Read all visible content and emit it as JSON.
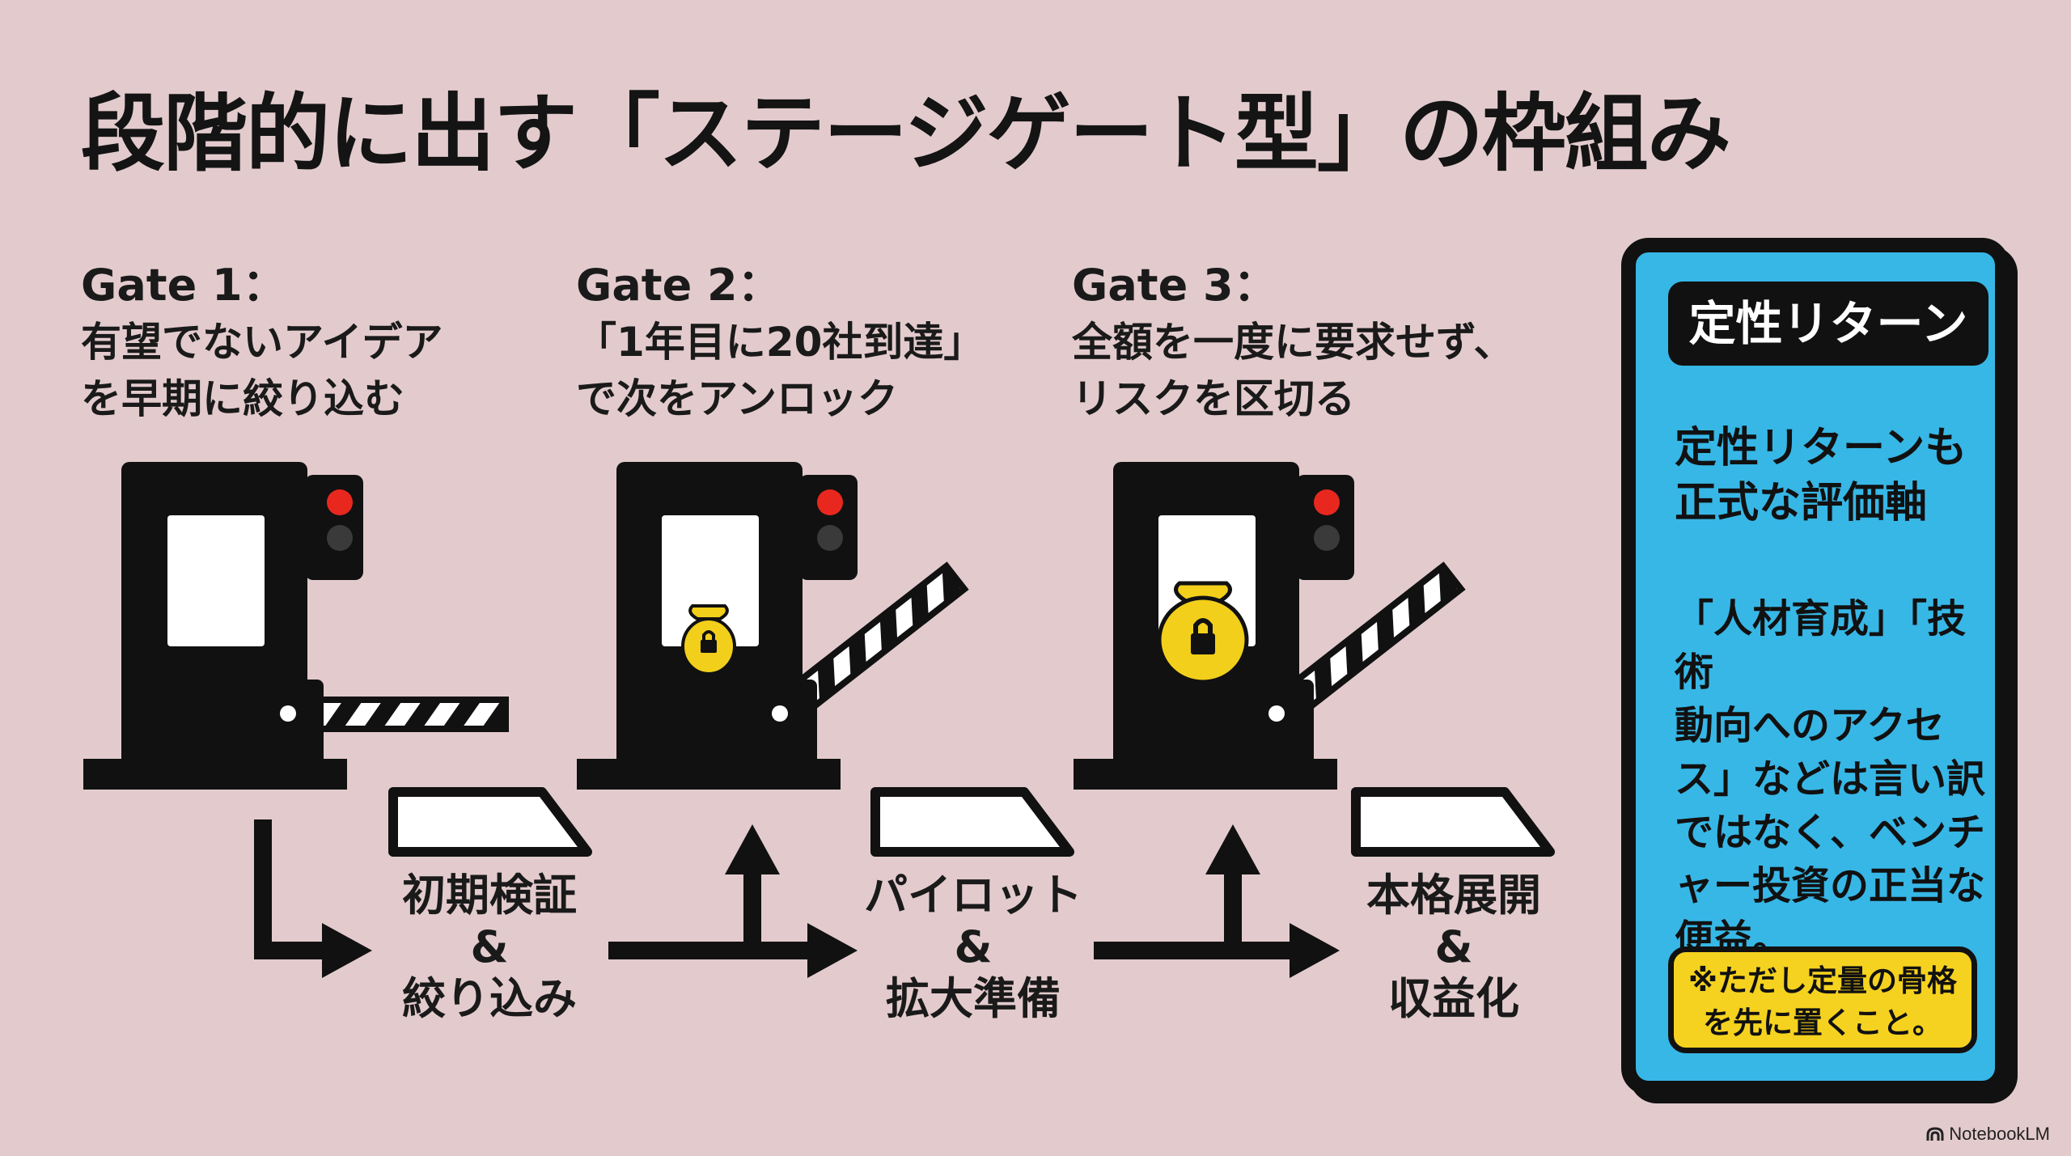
{
  "title": "段階的に出す「ステージゲート型」の枠組み",
  "gates": [
    {
      "name": "Gate 1：",
      "lines": [
        "有望でないアイデア",
        "を早期に絞り込む"
      ]
    },
    {
      "name": "Gate 2：",
      "lines": [
        "「1年目に20社到達」",
        "で次をアンロック"
      ]
    },
    {
      "name": "Gate 3：",
      "lines": [
        "全額を一度に要求せず、",
        "リスクを区切る"
      ]
    }
  ],
  "stages": [
    {
      "lines": [
        "初期検証",
        "&",
        "絞り込み"
      ]
    },
    {
      "lines": [
        "パイロット",
        "&",
        "拡大準備"
      ]
    },
    {
      "lines": [
        "本格展開",
        "&",
        "収益化"
      ]
    }
  ],
  "panel": {
    "title": "定性リターン",
    "heading": [
      "定性リターンも",
      "正式な評価軸"
    ],
    "body": [
      "「人材育成」「技術",
      "動向へのアクセ",
      "ス」などは言い訳",
      "ではなく、ベンチ",
      "ャー投資の正当な",
      "便益。"
    ],
    "note": [
      "※ただし定量の骨格",
      "を先に置くこと。"
    ]
  },
  "footer": {
    "credit": "NotebookLM"
  },
  "colors": {
    "background": "#e3cbcd",
    "panel": "#37b7e6",
    "note": "#f5d21f",
    "signal_red": "#e8281f",
    "money_bag": "#f2cf1a"
  }
}
